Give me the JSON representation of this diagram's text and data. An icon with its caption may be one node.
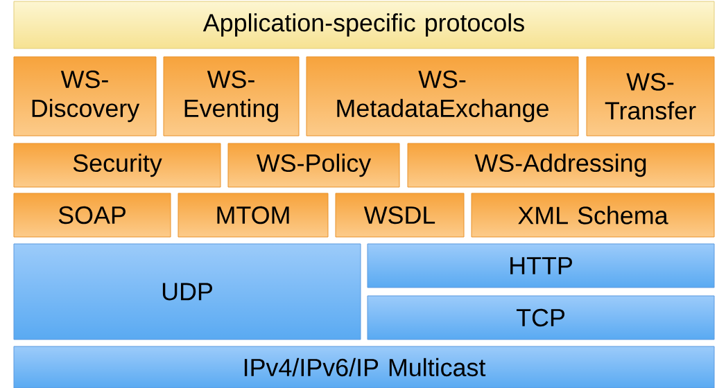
{
  "diagram": {
    "nodes": [
      {
        "text": [
          "Application-specific protocols"
        ]
      },
      {
        "text": [
          "WS-Discovery"
        ]
      },
      {
        "text": [
          "WS-Eventing"
        ]
      },
      {
        "text": [
          "WS-MetadataExchange"
        ]
      },
      {
        "text": [
          "WS-Transfer"
        ]
      },
      {
        "text": [
          "Security"
        ]
      },
      {
        "text": [
          "WS-Policy"
        ]
      },
      {
        "text": [
          "WS-Addressing"
        ]
      },
      {
        "text": [
          "SOAP"
        ]
      },
      {
        "text": [
          "MTOM"
        ]
      },
      {
        "text": [
          "WSDL"
        ]
      },
      {
        "text": [
          "XML Schema"
        ]
      },
      {
        "text": [
          "UDP"
        ]
      },
      {
        "text": [
          "HTTP"
        ]
      },
      {
        "text": [
          "TCP"
        ]
      },
      {
        "text": [
          "IPv4/IPv6/IP Multicast"
        ]
      }
    ]
  }
}
